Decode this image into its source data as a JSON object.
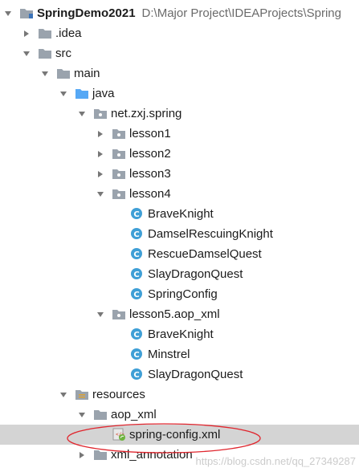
{
  "tree": {
    "nodes": [
      {
        "label": "SpringDemo2021",
        "path": "D:\\Major Project\\IDEAProjects\\Spring",
        "depth": 0,
        "arrow": "down",
        "icon": "project-folder-icon",
        "bold": true
      },
      {
        "label": ".idea",
        "depth": 1,
        "arrow": "right",
        "icon": "folder-icon"
      },
      {
        "label": "src",
        "depth": 1,
        "arrow": "down",
        "icon": "folder-icon"
      },
      {
        "label": "main",
        "depth": 2,
        "arrow": "down",
        "icon": "folder-icon"
      },
      {
        "label": "java",
        "depth": 3,
        "arrow": "down",
        "icon": "source-folder-icon"
      },
      {
        "label": "net.zxj.spring",
        "depth": 4,
        "arrow": "down",
        "icon": "package-icon"
      },
      {
        "label": "lesson1",
        "depth": 5,
        "arrow": "right",
        "icon": "package-icon"
      },
      {
        "label": "lesson2",
        "depth": 5,
        "arrow": "right",
        "icon": "package-icon"
      },
      {
        "label": "lesson3",
        "depth": 5,
        "arrow": "right",
        "icon": "package-icon"
      },
      {
        "label": "lesson4",
        "depth": 5,
        "arrow": "down",
        "icon": "package-icon"
      },
      {
        "label": "BraveKnight",
        "depth": 6,
        "arrow": "none",
        "icon": "class-icon"
      },
      {
        "label": "DamselRescuingKnight",
        "depth": 6,
        "arrow": "none",
        "icon": "class-icon"
      },
      {
        "label": "RescueDamselQuest",
        "depth": 6,
        "arrow": "none",
        "icon": "class-icon"
      },
      {
        "label": "SlayDragonQuest",
        "depth": 6,
        "arrow": "none",
        "icon": "class-icon"
      },
      {
        "label": "SpringConfig",
        "depth": 6,
        "arrow": "none",
        "icon": "class-icon"
      },
      {
        "label": "lesson5.aop_xml",
        "depth": 5,
        "arrow": "down",
        "icon": "package-icon"
      },
      {
        "label": "BraveKnight",
        "depth": 6,
        "arrow": "none",
        "icon": "class-icon"
      },
      {
        "label": "Minstrel",
        "depth": 6,
        "arrow": "none",
        "icon": "class-icon"
      },
      {
        "label": "SlayDragonQuest",
        "depth": 6,
        "arrow": "none",
        "icon": "class-icon"
      },
      {
        "label": "resources",
        "depth": 3,
        "arrow": "down",
        "icon": "resources-folder-icon"
      },
      {
        "label": "aop_xml",
        "depth": 4,
        "arrow": "down",
        "icon": "folder-icon"
      },
      {
        "label": "spring-config.xml",
        "depth": 5,
        "arrow": "none",
        "icon": "spring-xml-icon",
        "selected": true
      },
      {
        "label": "xml_annotation",
        "depth": 4,
        "arrow": "right",
        "icon": "folder-icon"
      }
    ]
  },
  "watermark": "https://blog.csdn.net/qq_27349287",
  "colors": {
    "folder": "#9aa3ad",
    "source_folder": "#56a8f5",
    "class_icon": "#3f9fd6",
    "selection": "#d4d4d4",
    "highlight_ellipse": "#e0262e"
  }
}
